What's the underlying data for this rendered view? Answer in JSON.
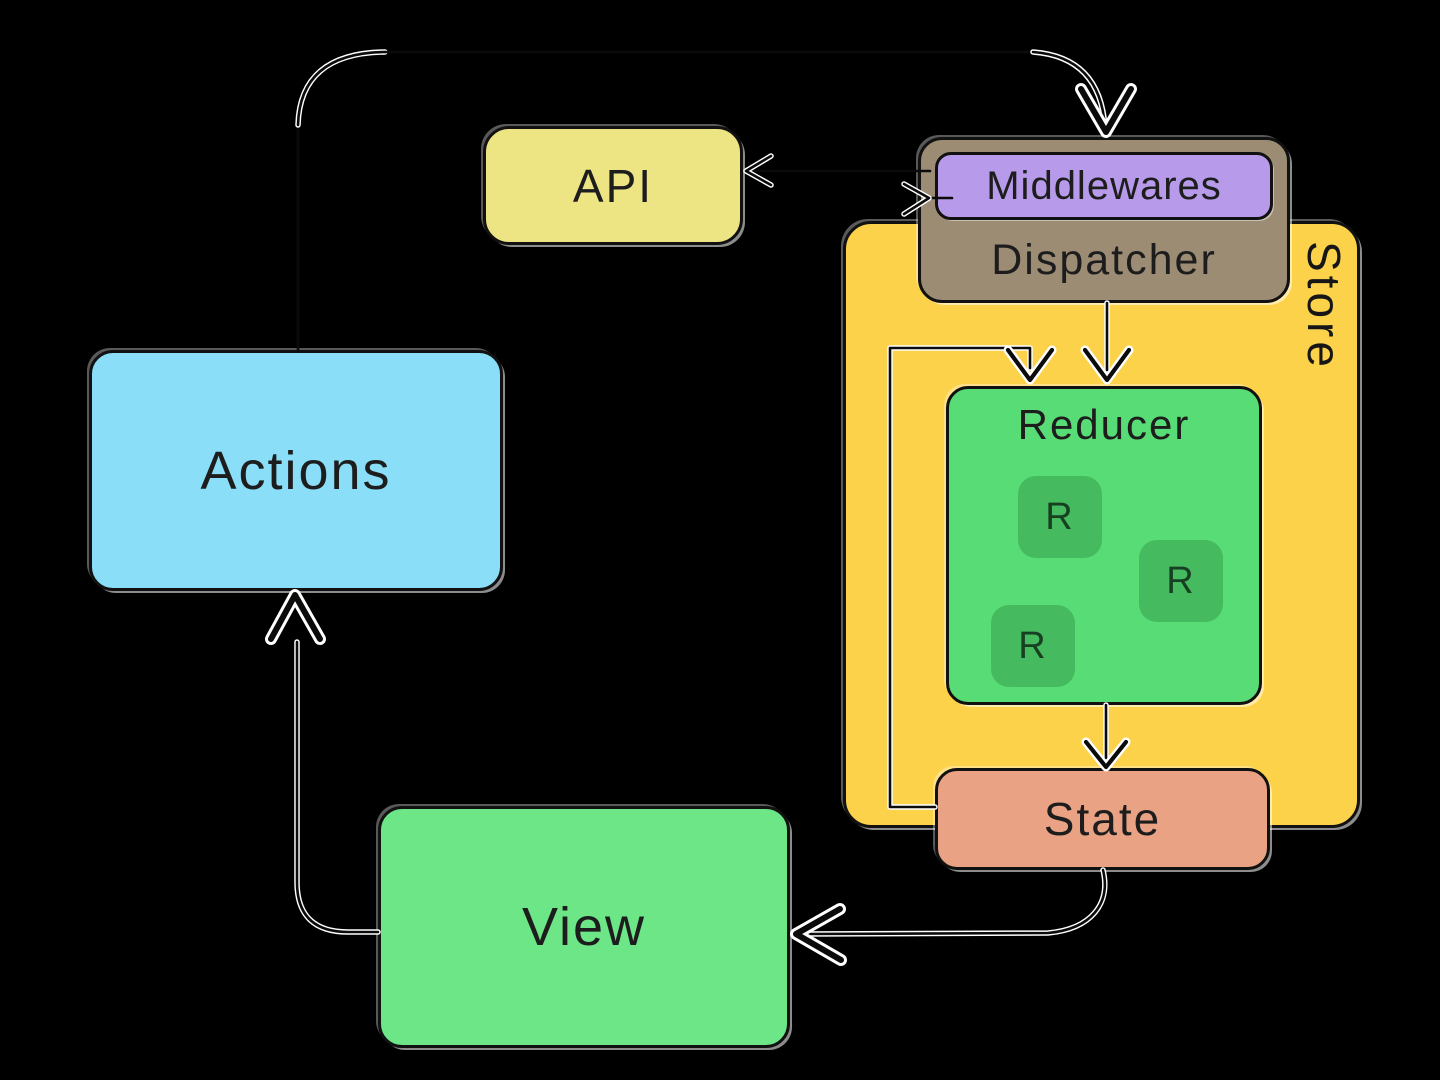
{
  "nodes": {
    "api": {
      "label": "API",
      "fill": "#EDE584"
    },
    "actions": {
      "label": "Actions",
      "fill": "#8ADEF8"
    },
    "view": {
      "label": "View",
      "fill": "#6CE687"
    },
    "store": {
      "label": "Store",
      "fill": "#FDD24B"
    },
    "dispatcher": {
      "label": "Dispatcher",
      "fill": "#9C8C74"
    },
    "middlewares": {
      "label": "Middlewares",
      "fill": "#B79AEA"
    },
    "reducer": {
      "label": "Reducer",
      "fill": "#58DC76",
      "chip_fill": "#46BA5F",
      "chips": [
        "R",
        "R",
        "R"
      ]
    },
    "state": {
      "label": "State",
      "fill": "#E9A384"
    }
  },
  "edges": [
    {
      "name": "arc-actions-to-api"
    },
    {
      "name": "arrow-into-dispatcher-top"
    },
    {
      "name": "arrow-into-api"
    },
    {
      "name": "arrow-into-middlewares"
    },
    {
      "name": "arrow-dispatcher-to-reducer"
    },
    {
      "name": "loop-state-to-reducer"
    },
    {
      "name": "arrow-reducer-to-state"
    },
    {
      "name": "arrow-state-to-view"
    },
    {
      "name": "arrow-view-to-actions"
    }
  ],
  "colors": {
    "background": "#000000",
    "stroke": "#111111",
    "arrow_casing": "#FFFFFF"
  }
}
